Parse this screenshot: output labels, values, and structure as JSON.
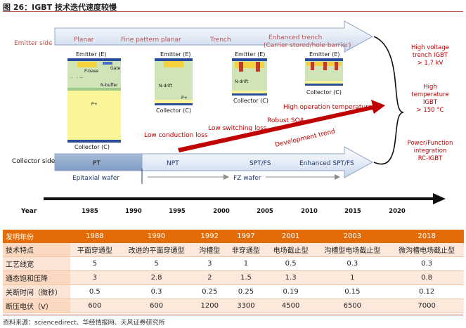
{
  "figure": {
    "title": "图 26：IGBT 技术迭代速度较慢",
    "source": "资料来源：sciencedirect、华经情报网、天风证券研究所"
  },
  "diagram": {
    "emitter_side": "Emitter side",
    "collector_side": "Collector side",
    "top_stages": [
      "Planar",
      "Fine pattern planar",
      "Trench",
      "Enhanced trench",
      "(Carrier stored/hole barrier)"
    ],
    "bottom_stages": [
      "PT",
      "NPT",
      "SPT/FS",
      "Enhanced SPT/FS"
    ],
    "wafers": [
      "Epitaxial wafer",
      "FZ wafer"
    ],
    "structure_labels": {
      "emitter": "Emitter (E)",
      "collector": "Collector (C)",
      "gate": "Gate",
      "p_base": "P-base",
      "n_drift": "N-drift",
      "n_buffer": "N-buffer",
      "p_plus": "P+"
    },
    "trend_labels": [
      "Low conduction loss",
      "Low switching loss",
      "Robust SOA",
      "High operation temperature",
      "Development trend"
    ],
    "right_notes": [
      [
        "High voltage",
        "trench IGBT",
        "> 1.7 kV"
      ],
      [
        "High",
        "temperature",
        "IGBT",
        "> 150 °C"
      ],
      [
        "Power/Function",
        "integration",
        "RC-IGBT"
      ]
    ],
    "timeline_label": "Year",
    "years": [
      "1985",
      "1990",
      "1995",
      "2000",
      "2005",
      "2010",
      "2015",
      "2020"
    ]
  },
  "table": {
    "header": [
      "发明年份",
      "1988",
      "1990",
      "1992",
      "1997",
      "2001",
      "2003",
      "2018"
    ],
    "rows": [
      [
        "技术特点",
        "平面穿通型",
        "改进的平面穿通型",
        "沟槽型",
        "非穿通型",
        "电场截止型",
        "沟槽型电场截止型",
        "微沟槽电场截止型"
      ],
      [
        "工艺线宽",
        "5",
        "5",
        "3",
        "1",
        "0.5",
        "0.3",
        "0.3"
      ],
      [
        "通态饱和压降",
        "3",
        "2.8",
        "2",
        "1.5",
        "1.3",
        "1",
        "0.8"
      ],
      [
        "关断时间（微秒）",
        "0.5",
        "0.3",
        "0.25",
        "0.25",
        "0.19",
        "0.15",
        "0.12"
      ],
      [
        "断压电伏（V）",
        "600",
        "600",
        "1200",
        "3300",
        "4500",
        "6500",
        "7000"
      ]
    ]
  },
  "colors": {
    "accent_red": "#c00000",
    "orange_text": "#c0504d",
    "arrow_fill": "#dce6f2",
    "table_header": "#e36c09",
    "table_band": "#fde9dc"
  }
}
